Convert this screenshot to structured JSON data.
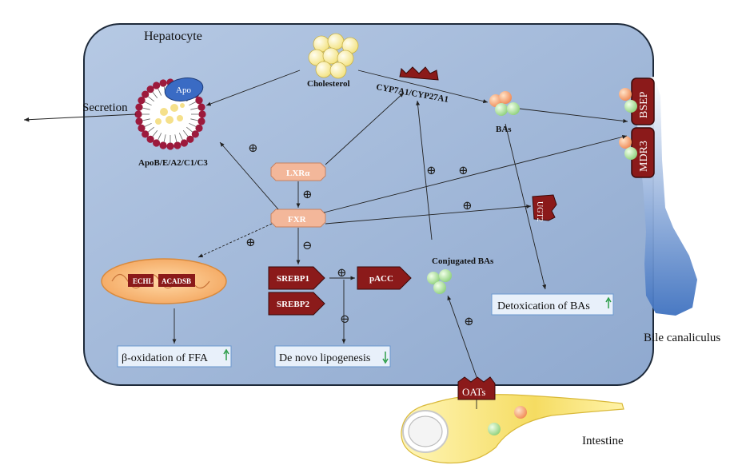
{
  "labels": {
    "hepatocyte": "Hepatocyte",
    "cholesterol": "Cholesterol",
    "cyp": "CYP7A1/CYP27A1",
    "bas": "BAs",
    "bsep": "BSEP",
    "mdr3": "MDR3",
    "secretion": "Secretion",
    "apo": "Apo",
    "apob": "ApoB/E/A2/C1/C3",
    "lxr": "LXRα",
    "fxr": "FXR",
    "ugt2": "UGT2",
    "srebp1": "SREBP1",
    "srebp2": "SREBP2",
    "pacc": "pACC",
    "conjugated": "Conjugated BAs",
    "echl": "ECHL",
    "acadsb": "ACADSB",
    "beta_ox": "β-oxidation of FFA",
    "lipogenesis": "De novo lipogenesis",
    "detox": "Detoxication of BAs",
    "bile": "Bile canaliculus",
    "oats": "OATs",
    "intestine": "Intestine"
  },
  "signs": {
    "plus": "⊕",
    "minus": "⊖"
  },
  "colors": {
    "cell_fill": "#9bb4d6",
    "cell_stroke": "#1e2a3a",
    "enzyme": "#8b1a1a",
    "nuclear_receptor": "#f3b79a",
    "bile_duct": "#4e7dc4",
    "intestine": "#f6e27a",
    "up_arrow": "#2e9e4a",
    "down_arrow": "#2e9e4a"
  }
}
